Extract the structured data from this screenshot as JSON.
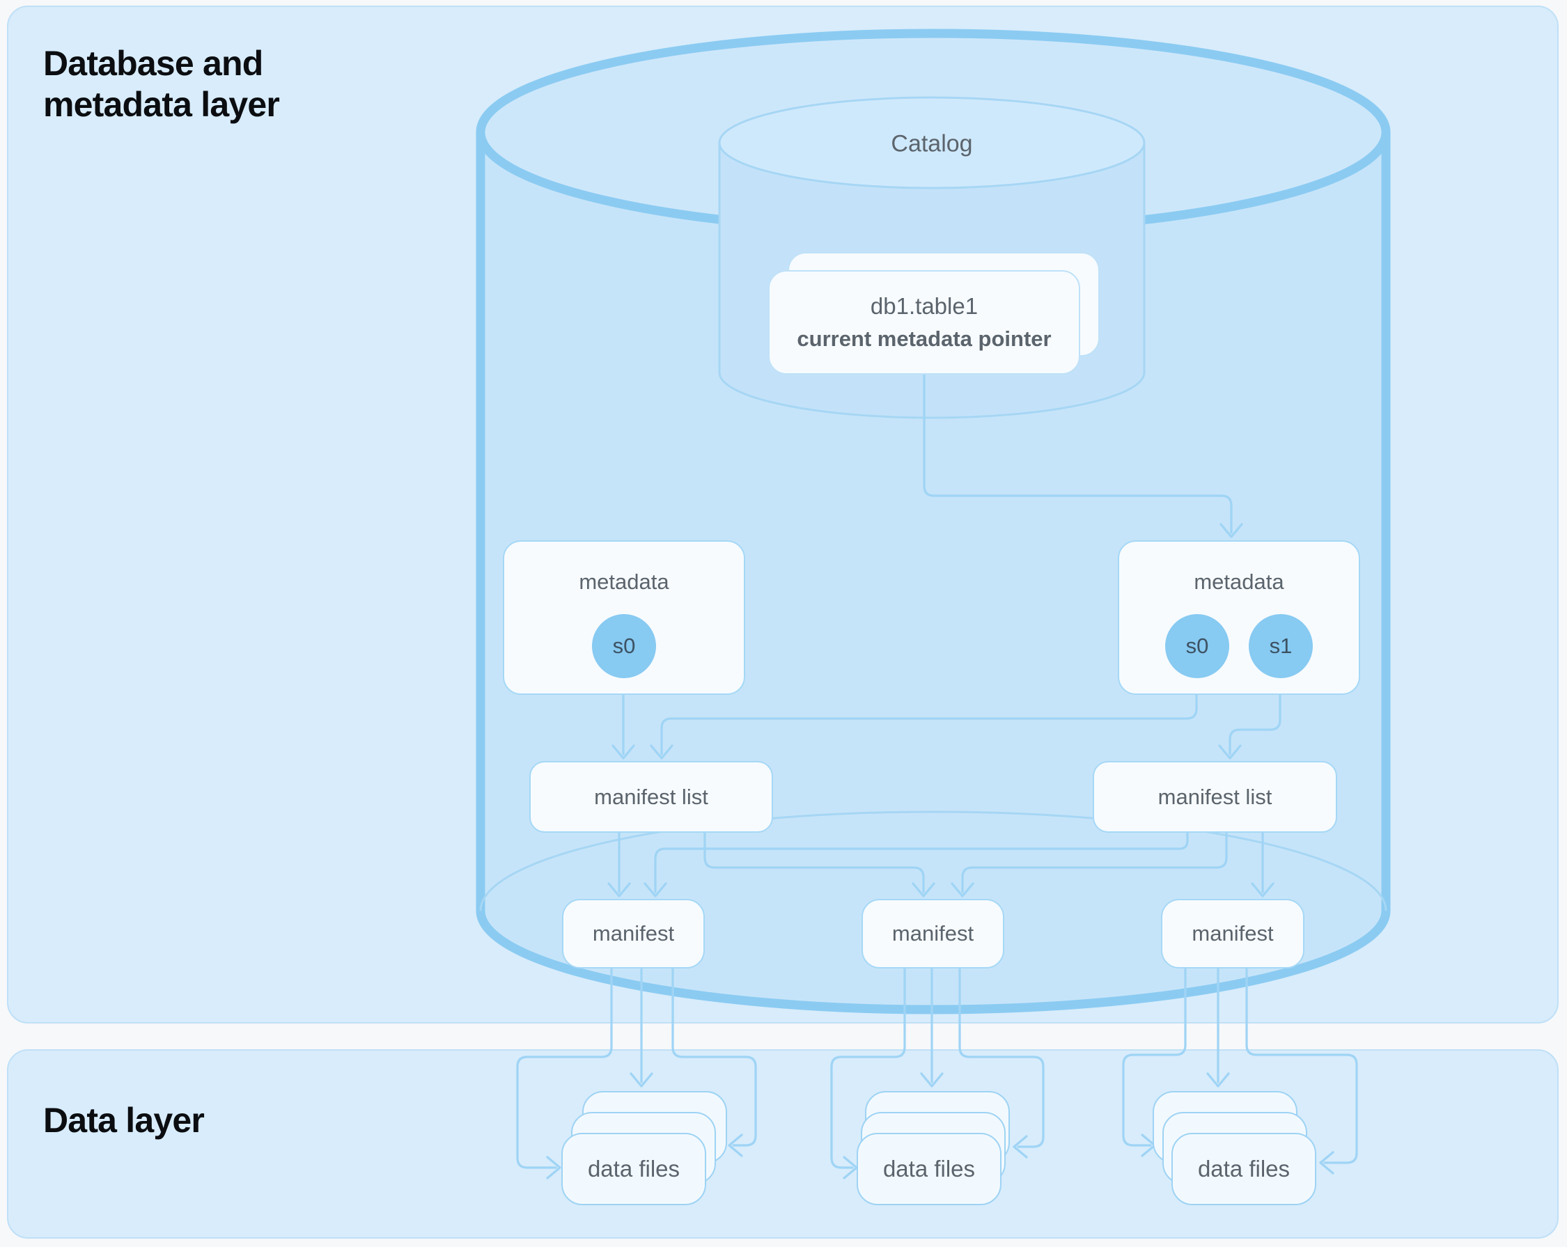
{
  "panels": {
    "metadata_layer": {
      "title_line1": "Database and",
      "title_line2": "metadata layer"
    },
    "data_layer": {
      "title": "Data layer"
    }
  },
  "catalog": {
    "label": "Catalog",
    "card_title": "db1.table1",
    "card_subtitle": "current metadata pointer"
  },
  "metadata_files": [
    {
      "label": "metadata",
      "snapshots": [
        "s0"
      ]
    },
    {
      "label": "metadata",
      "snapshots": [
        "s0",
        "s1"
      ]
    }
  ],
  "manifest_lists": [
    {
      "label": "manifest list"
    },
    {
      "label": "manifest list"
    }
  ],
  "manifests": [
    {
      "label": "manifest"
    },
    {
      "label": "manifest"
    },
    {
      "label": "manifest"
    }
  ],
  "data_file_groups": [
    {
      "label": "data files"
    },
    {
      "label": "data files"
    },
    {
      "label": "data files"
    }
  ],
  "colors": {
    "page_bg": "#f7f8fa",
    "panel_bg": "#d8ecfb",
    "panel_border": "#bfe0f7",
    "title_text": "#0b0d10",
    "cylinder_fill": "#c6e4f9",
    "cylinder_lid": "#cde7fa",
    "cylinder_stroke": "#8bcbf2",
    "inner_fill": "#c3e2f9",
    "inner_lid": "#cfe9fc",
    "inner_stroke": "#a6d6f4",
    "connector": "#9fd4f5",
    "node_fill": "#f7fbfe",
    "node_border": "#a5d8f6",
    "card_border": "#bfe1f8",
    "datafile_fill": "#f2f9fe",
    "datafile_border": "#9ed3f4",
    "snapshot_fill": "#87caf2",
    "snapshot_text": "#3d5263",
    "text_gray": "#5b646c"
  }
}
